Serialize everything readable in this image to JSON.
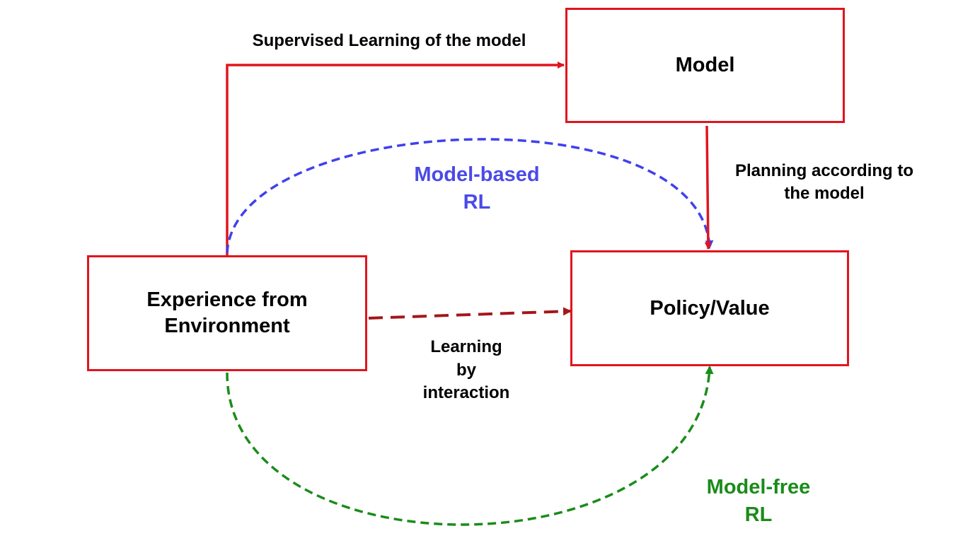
{
  "colors": {
    "box_border": "#e0151d",
    "solid_arrow": "#e0151d",
    "interaction_arrow": "#a4161a",
    "model_based": "#4040ee",
    "model_free": "#1a8c1a",
    "model_based_text": "#4a4ae8",
    "model_free_text": "#1a8c1a"
  },
  "nodes": {
    "model": "Model",
    "policy_value": "Policy/Value",
    "experience": "Experience from\nEnvironment"
  },
  "edges": {
    "supervised_learning": "Supervised Learning of the model",
    "planning": "Planning according to\nthe model",
    "learning_by_interaction": "Learning\nby\ninteraction"
  },
  "loops": {
    "model_based": "Model-based\nRL",
    "model_free": "Model-free\nRL"
  }
}
